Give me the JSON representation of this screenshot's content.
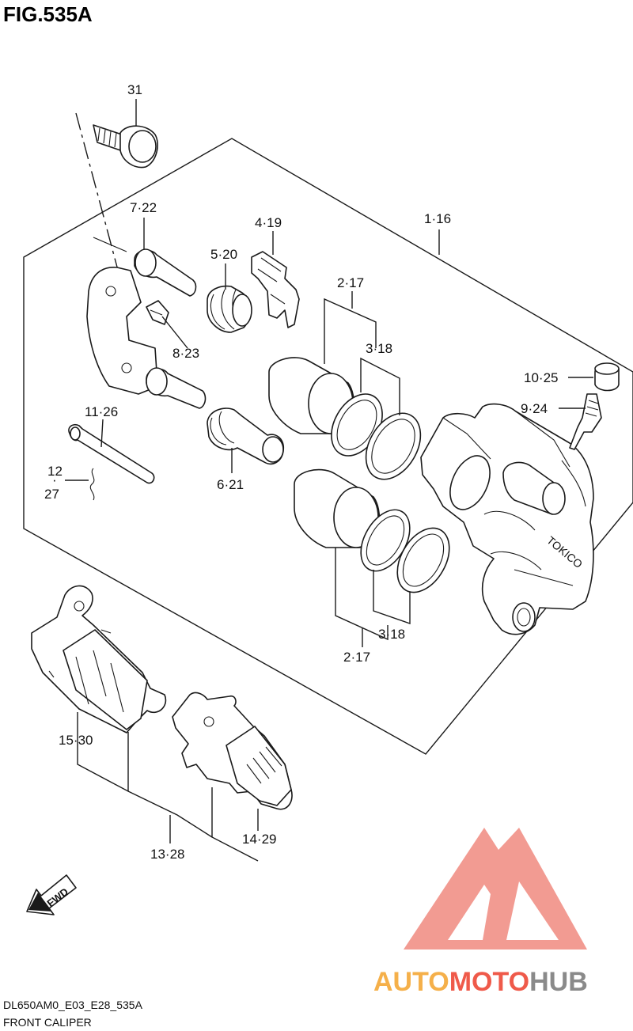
{
  "figure_title": "FIG.535A",
  "callouts": {
    "c31": "31",
    "c7_22": "7·22",
    "c4_19": "4·19",
    "c1_16": "1·16",
    "c5_20": "5·20",
    "c2_17_top": "2·17",
    "c3_18_top": "3·18",
    "c8_23": "8·23",
    "c10_25": "10·25",
    "c9_24": "9·24",
    "c11_26": "11·26",
    "c12": "12",
    "c27": "27",
    "c6_21": "6·21",
    "c3_18_bottom": "3·18",
    "c2_17_bottom": "2·17",
    "c15_30": "15·30",
    "c14_29": "14·29",
    "c13_28": "13·28"
  },
  "caliper_marking": "TOKICO",
  "fwd_label": "FWD",
  "footer": {
    "model_code": "DL650AM0_E03_E28_535A",
    "section_name": "FRONT CALIPER"
  },
  "watermark": {
    "part1": "AUTO",
    "part2": "MOTO",
    "part3": "HUB",
    "color_orange": "#f5b04a",
    "color_red": "#ef5a4a",
    "color_gray": "#8a8a8a",
    "logo_color": "#f08a80"
  }
}
